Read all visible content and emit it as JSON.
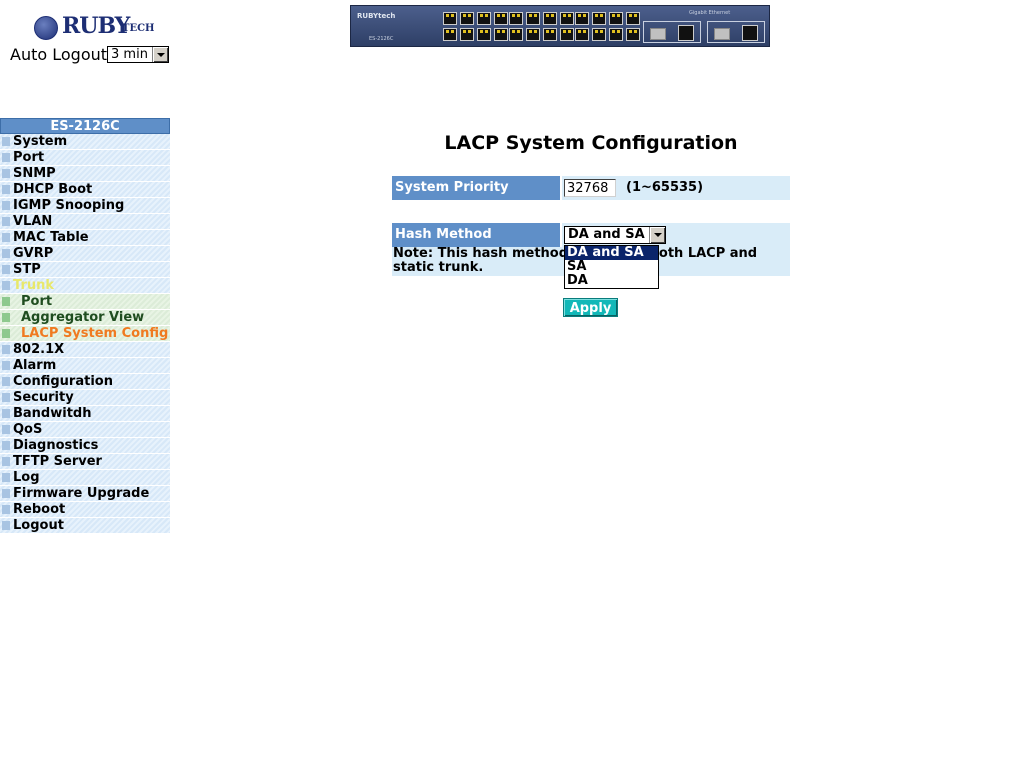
{
  "brand": {
    "name": "RUBY",
    "suffix": "TECH"
  },
  "auto_logout": {
    "label": "Auto Logout",
    "selected": "3 min"
  },
  "device": {
    "logo_text": "RUBYtech",
    "model": "ES-2126C",
    "gigabit_label": "Gigabit Ethernet"
  },
  "sidebar": {
    "header": "ES-2126C",
    "items": [
      {
        "label": "System"
      },
      {
        "label": "Port"
      },
      {
        "label": "SNMP"
      },
      {
        "label": "DHCP Boot"
      },
      {
        "label": "IGMP Snooping"
      },
      {
        "label": "VLAN"
      },
      {
        "label": "MAC Table"
      },
      {
        "label": "GVRP"
      },
      {
        "label": "STP"
      },
      {
        "label": "Trunk"
      },
      {
        "label": "Port"
      },
      {
        "label": "Aggregator View"
      },
      {
        "label": "LACP System Config"
      },
      {
        "label": "802.1X"
      },
      {
        "label": "Alarm"
      },
      {
        "label": "Configuration"
      },
      {
        "label": "Security"
      },
      {
        "label": "Bandwitdh"
      },
      {
        "label": "QoS"
      },
      {
        "label": "Diagnostics"
      },
      {
        "label": "TFTP Server"
      },
      {
        "label": "Log"
      },
      {
        "label": "Firmware Upgrade"
      },
      {
        "label": "Reboot"
      },
      {
        "label": "Logout"
      }
    ]
  },
  "main": {
    "title": "LACP System Configuration",
    "system_priority": {
      "label": "System Priority",
      "value": "32768",
      "range": "(1~65535)"
    },
    "hash_method": {
      "label": "Hash Method",
      "selected": "DA and SA",
      "options": [
        "DA and SA",
        "SA",
        "DA"
      ]
    },
    "note": "Note: This hash method applies to both LACP and static trunk.",
    "apply_label": "Apply"
  }
}
